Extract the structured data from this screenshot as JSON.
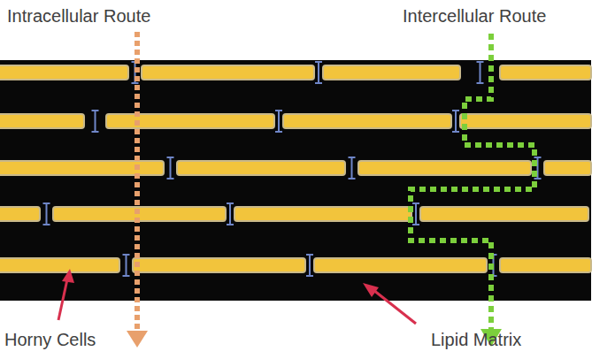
{
  "diagram": {
    "labels": [
      "Intracellular Route",
      "Intercellular Route",
      "Horny Cells",
      "Lipid Matrix"
    ]
  }
}
